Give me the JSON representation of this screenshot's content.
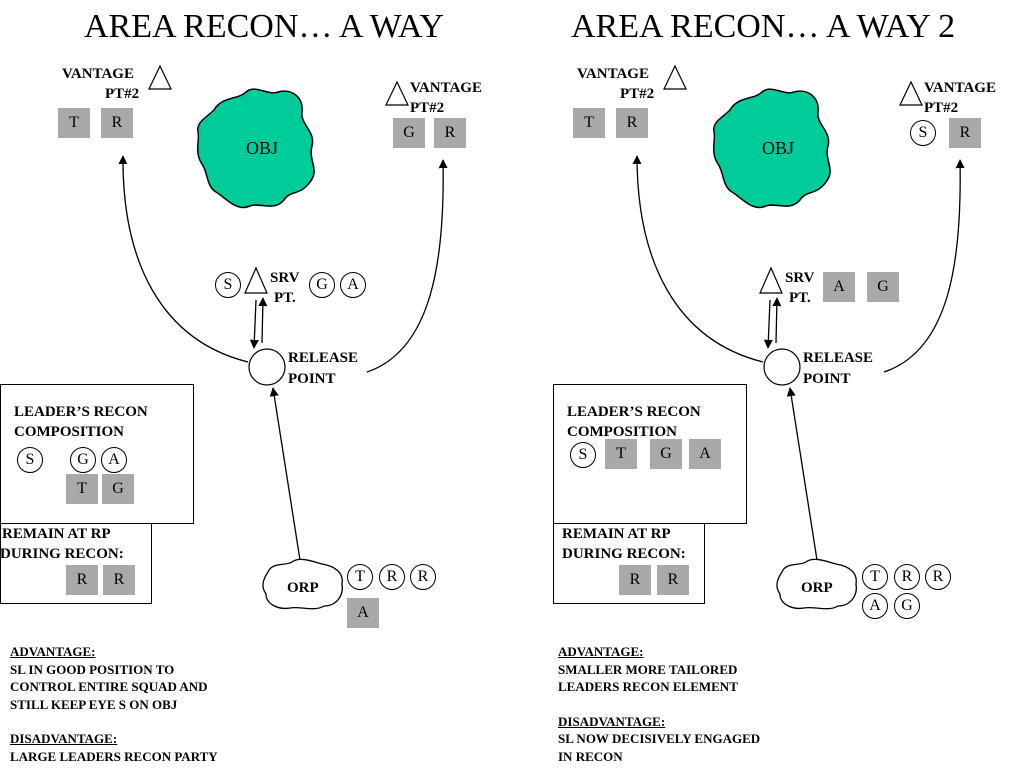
{
  "left": {
    "title": "AREA RECON… A WAY",
    "vantage_left": {
      "line1": "VANTAGE",
      "line2": "PT#2",
      "squares": [
        "T",
        "R"
      ]
    },
    "vantage_right": {
      "line1": "VANTAGE",
      "line2": "PT#2",
      "squares": [
        "G",
        "R"
      ]
    },
    "obj": "OBJ",
    "srv": {
      "line1": "SRV",
      "line2": "PT.",
      "circles": [
        "S",
        "G",
        "A"
      ]
    },
    "release": {
      "line1": "RELEASE",
      "line2": "POINT"
    },
    "leaders": {
      "line1": "LEADER’S RECON",
      "line2": "COMPOSITION",
      "circles": [
        "S",
        "G",
        "A"
      ],
      "squares": [
        "T",
        "G"
      ]
    },
    "remain": {
      "line1": "REMAIN AT RP",
      "line2": "DURING RECON:",
      "squares": [
        "R",
        "R"
      ]
    },
    "orp": {
      "label": "ORP",
      "circles": [
        "T",
        "R",
        "R"
      ],
      "squares": [
        "A"
      ]
    },
    "advantage_heading": "ADVANTAGE:",
    "advantage_lines": [
      "SL IN GOOD POSITION TO",
      "CONTROL ENTIRE SQUAD AND",
      "STILL KEEP EYE S ON OBJ"
    ],
    "disadvantage_heading": "DISADVANTAGE:",
    "disadvantage_lines": [
      "LARGE LEADERS RECON PARTY"
    ]
  },
  "right": {
    "title": "AREA RECON… A WAY 2",
    "vantage_left": {
      "line1": "VANTAGE",
      "line2": "PT#2",
      "squares": [
        "T",
        "R"
      ]
    },
    "vantage_right": {
      "line1": "VANTAGE",
      "line2": "PT#2",
      "circles": [
        "S"
      ],
      "squares": [
        "R"
      ]
    },
    "obj": "OBJ",
    "srv": {
      "line1": "SRV",
      "line2": "PT.",
      "squares": [
        "A",
        "G"
      ]
    },
    "release": {
      "line1": "RELEASE",
      "line2": "POINT"
    },
    "leaders": {
      "line1": "LEADER’S RECON",
      "line2": "COMPOSITION",
      "circles": [
        "S"
      ],
      "squares": [
        "T",
        "G",
        "A"
      ]
    },
    "remain": {
      "line1": "REMAIN AT RP",
      "line2": "DURING RECON:",
      "squares": [
        "R",
        "R"
      ]
    },
    "orp": {
      "label": "ORP",
      "circles": [
        "T",
        "R",
        "R",
        "A",
        "G"
      ]
    },
    "advantage_heading": "ADVANTAGE:",
    "advantage_lines": [
      "SMALLER MORE TAILORED",
      "LEADERS RECON ELEMENT"
    ],
    "disadvantage_heading": "DISADVANTAGE:",
    "disadvantage_lines": [
      "SL NOW DECISIVELY ENGAGED",
      "IN RECON"
    ]
  },
  "colors": {
    "objective_fill": "#00cc99",
    "element_square": "#a9a9a9"
  }
}
